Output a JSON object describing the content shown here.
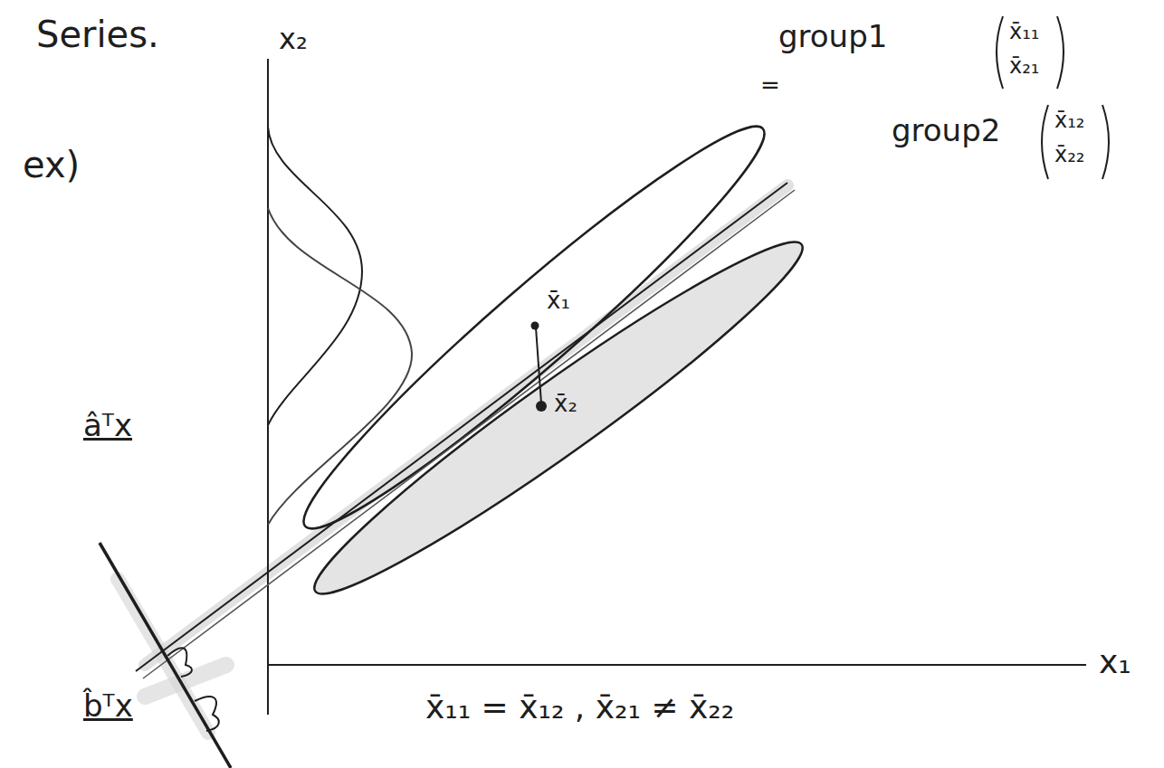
{
  "diagram": {
    "labels": [
      "Series.",
      "ex)",
      "x₂",
      "group1",
      "x̄₁₁",
      "x̄₂₁",
      "=",
      "group2",
      "x̄₁₂",
      "x̄₂₂",
      "x̄₁",
      "x̄₂",
      "âᵀx",
      "b̂ᵀx",
      "x₁",
      "x̄₁₁ = x̄₁₂ ,  x̄₂₁ ≠ x̄₂₂"
    ]
  }
}
